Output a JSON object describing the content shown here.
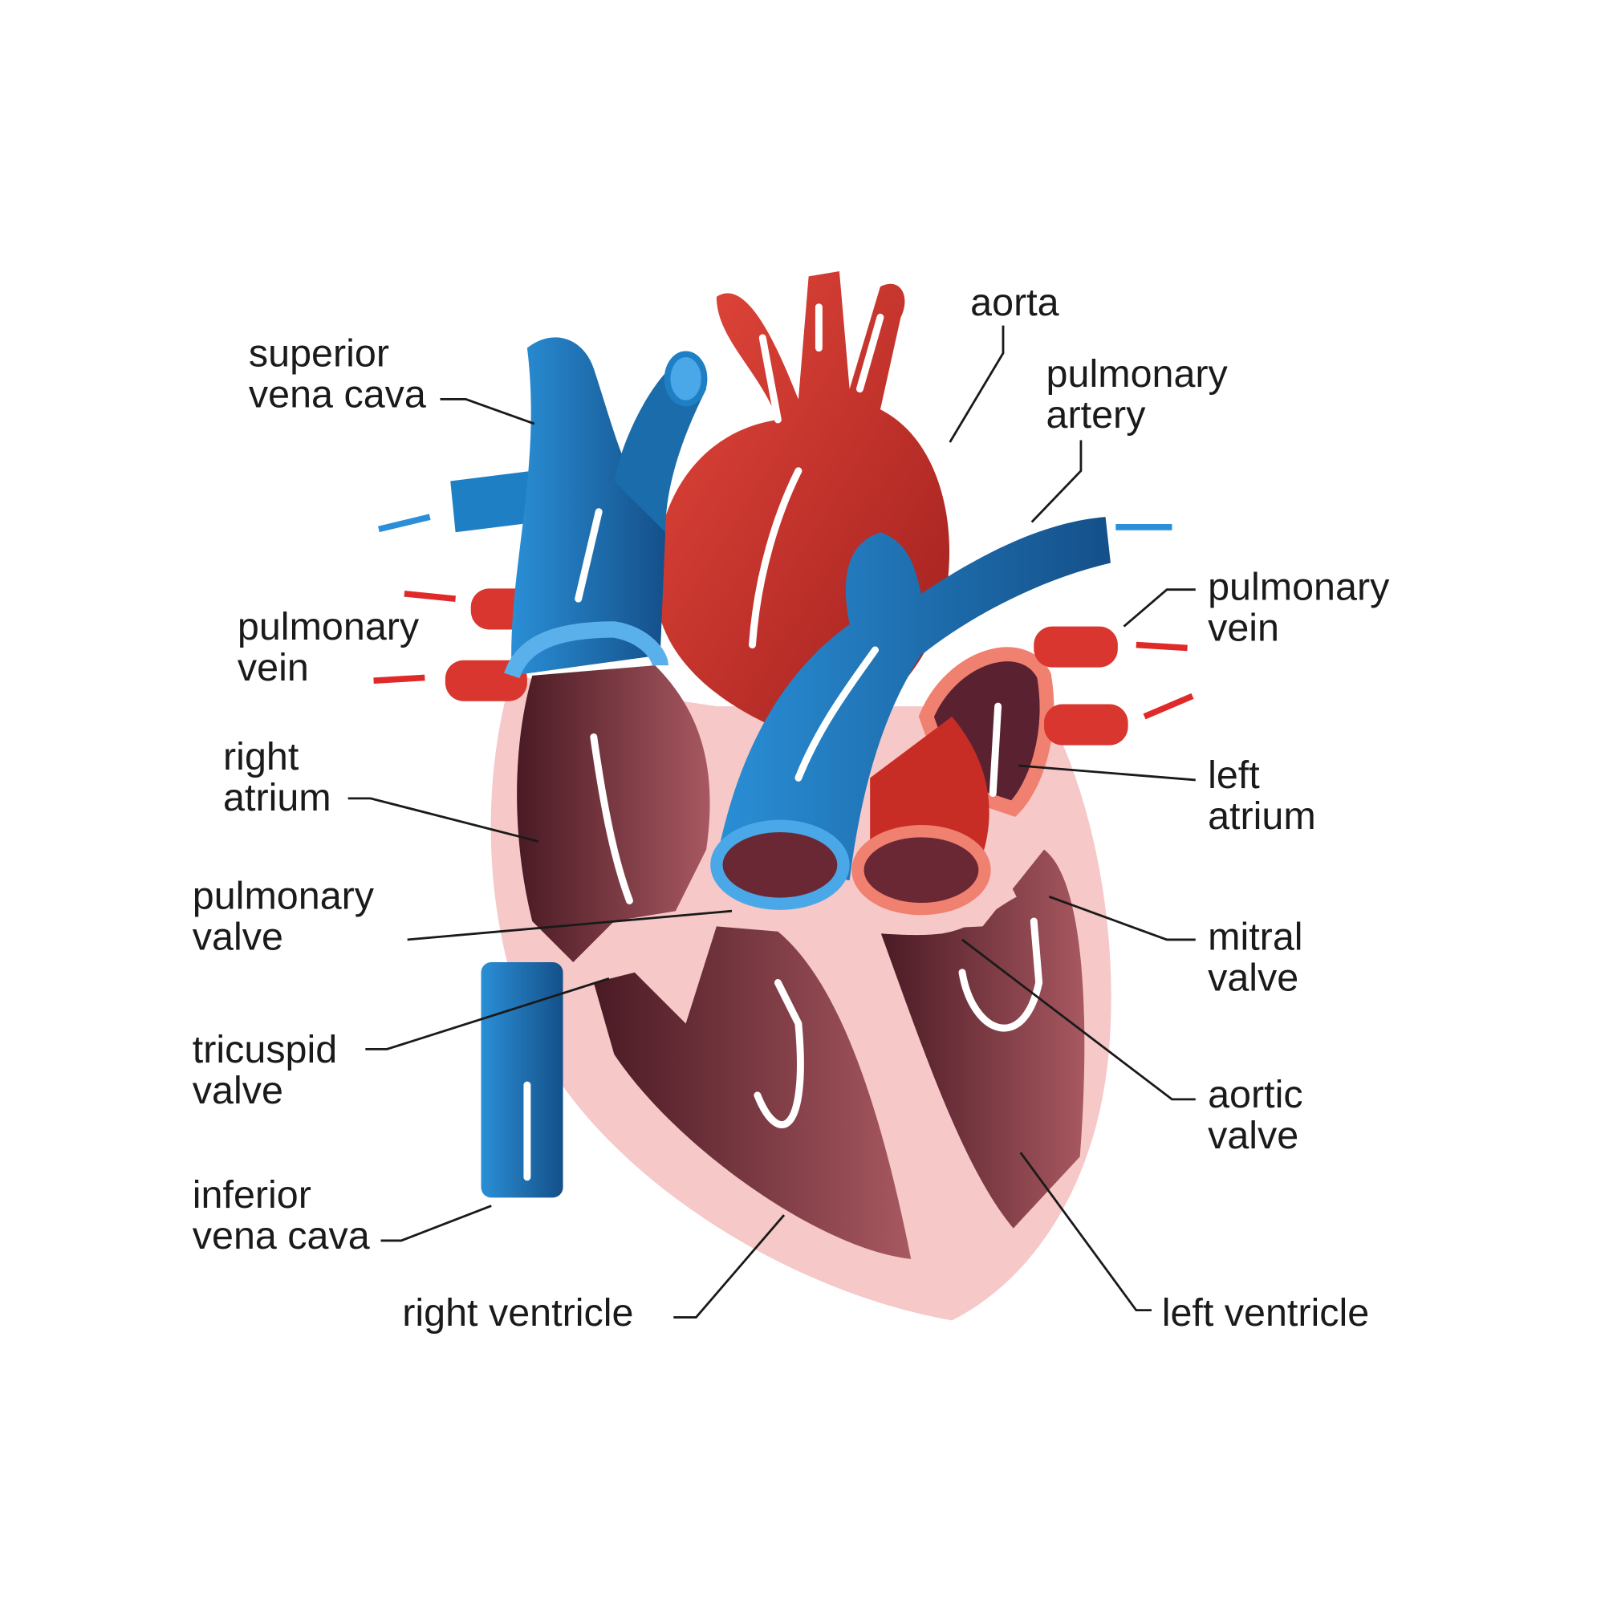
{
  "colors": {
    "background": "#ffffff",
    "vein_blue": "#1f7fc4",
    "vein_blue_dark": "#15558f",
    "artery_red": "#d8362e",
    "artery_red_dark": "#9e1f1c",
    "chamber": "#8a3e4a",
    "chamber_dark": "#4a1a24",
    "myocardium": "#f6c8c8",
    "label_text": "#1a1a1a"
  },
  "labels": {
    "superior_vena_cava": [
      "superior",
      "vena cava"
    ],
    "aorta": [
      "aorta"
    ],
    "pulmonary_artery": [
      "pulmonary",
      "artery"
    ],
    "pulmonary_vein_right": [
      "pulmonary",
      "vein"
    ],
    "pulmonary_vein_left": [
      "pulmonary",
      "vein"
    ],
    "right_atrium": [
      "right",
      "atrium"
    ],
    "left_atrium": [
      "left",
      "atrium"
    ],
    "pulmonary_valve": [
      "pulmonary",
      "valve"
    ],
    "mitral_valve": [
      "mitral",
      "valve"
    ],
    "tricuspid_valve": [
      "tricuspid",
      "valve"
    ],
    "aortic_valve": [
      "aortic",
      "valve"
    ],
    "inferior_vena_cava": [
      "inferior",
      "vena cava"
    ],
    "right_ventricle": [
      "right ventricle"
    ],
    "left_ventricle": [
      "left ventricle"
    ]
  }
}
